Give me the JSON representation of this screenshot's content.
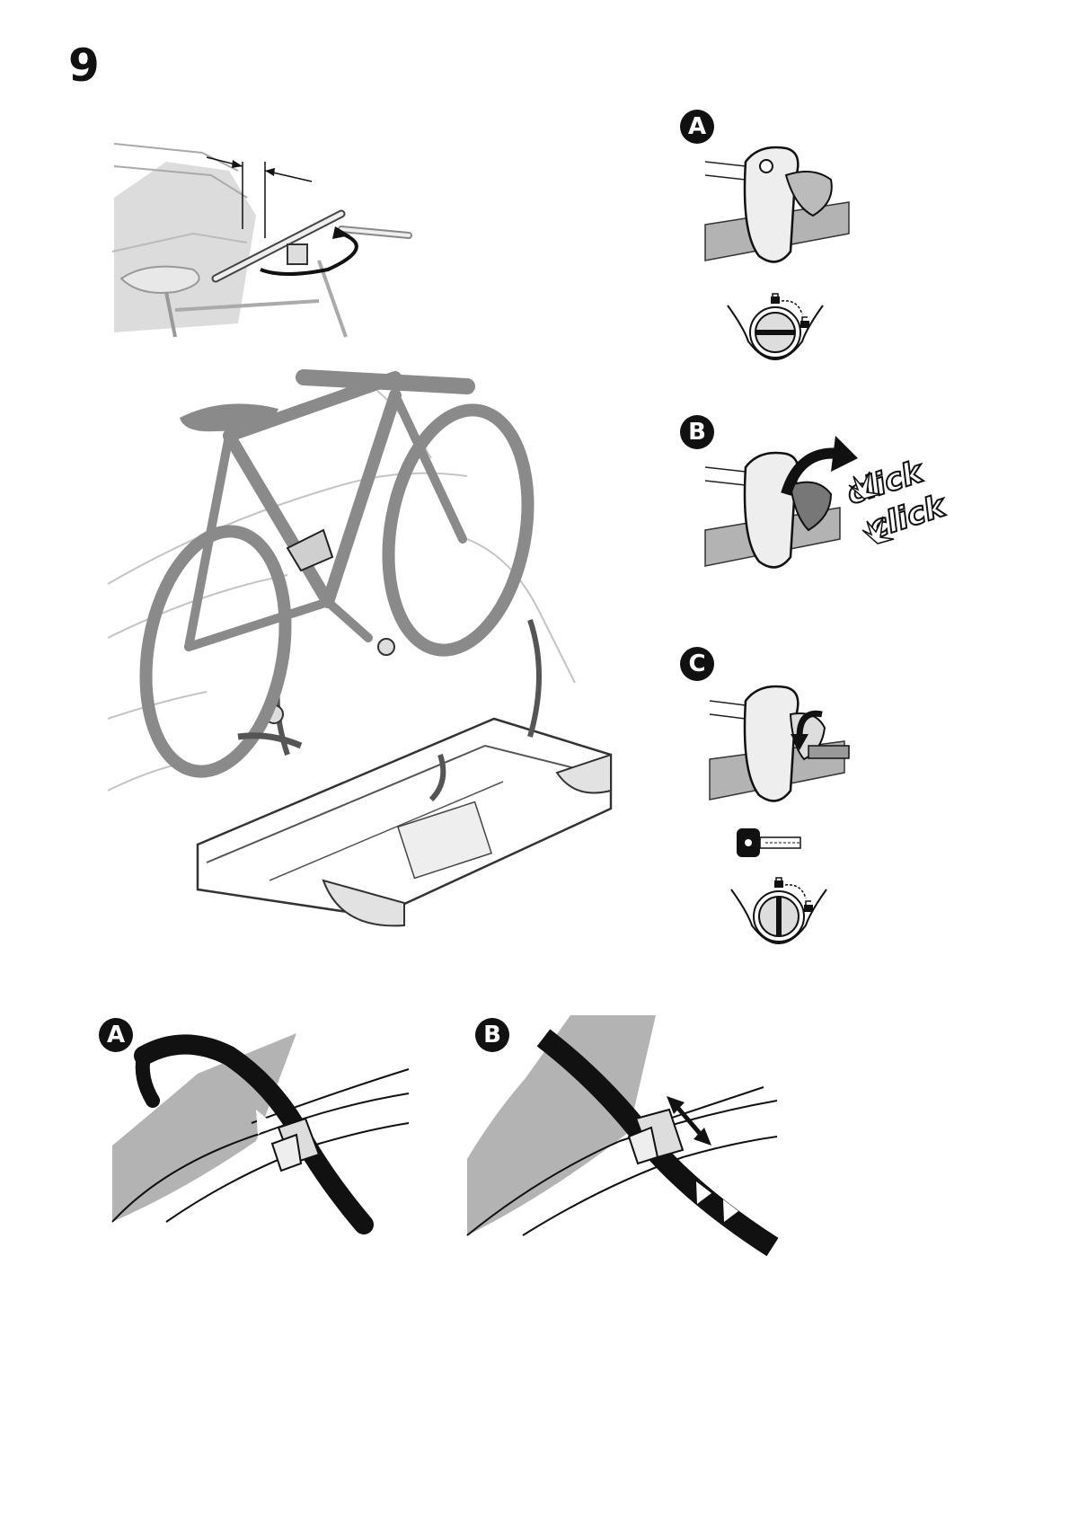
{
  "page": {
    "step_number": "9"
  },
  "lock_steps": [
    {
      "badge": "A"
    },
    {
      "badge": "B",
      "sounds": [
        "click",
        "click"
      ]
    },
    {
      "badge": "C"
    }
  ],
  "strap_steps": [
    {
      "badge": "A"
    },
    {
      "badge": "B"
    }
  ],
  "colors": {
    "ink": "#111111",
    "gray_fill": "#b3b3b3",
    "bike_gray": "#8a8a8a",
    "light_line": "#bdbdbd"
  },
  "icons": [
    "padlock-closed-icon",
    "padlock-open-icon",
    "key-icon",
    "curved-arrow-icon",
    "double-arrow-icon"
  ]
}
